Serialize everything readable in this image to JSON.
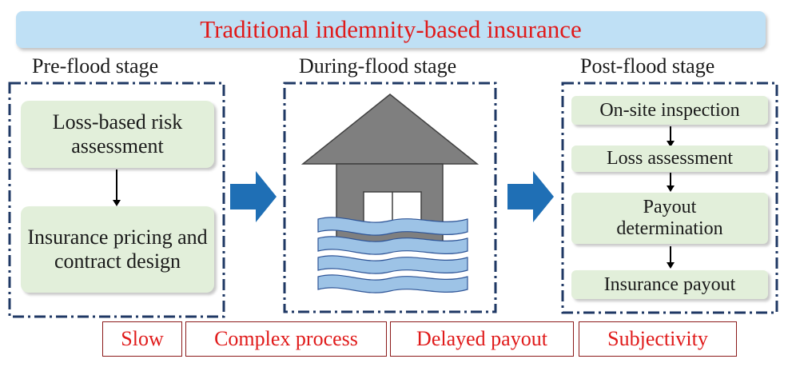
{
  "title": "Traditional indemnity-based insurance",
  "stages": {
    "pre": {
      "label": "Pre-flood stage",
      "step1": "Loss-based risk assessment",
      "step2": "Insurance pricing and contract design"
    },
    "during": {
      "label": "During-flood stage"
    },
    "post": {
      "label": "Post-flood  stage",
      "step1": "On-site inspection",
      "step2": "Loss assessment",
      "step3": "Payout determination",
      "step4": "Insurance payout"
    }
  },
  "drawbacks": [
    "Slow",
    "Complex process",
    "Delayed payout",
    "Subjectivity"
  ],
  "colors": {
    "title_text": "#e01a1a",
    "title_bg": "#bfe0f5",
    "box_border": "#1f3864",
    "step_bg": "#e2efda",
    "arrow": "#1f6fb5",
    "house": "#808080",
    "water": "#9dc3e6"
  }
}
